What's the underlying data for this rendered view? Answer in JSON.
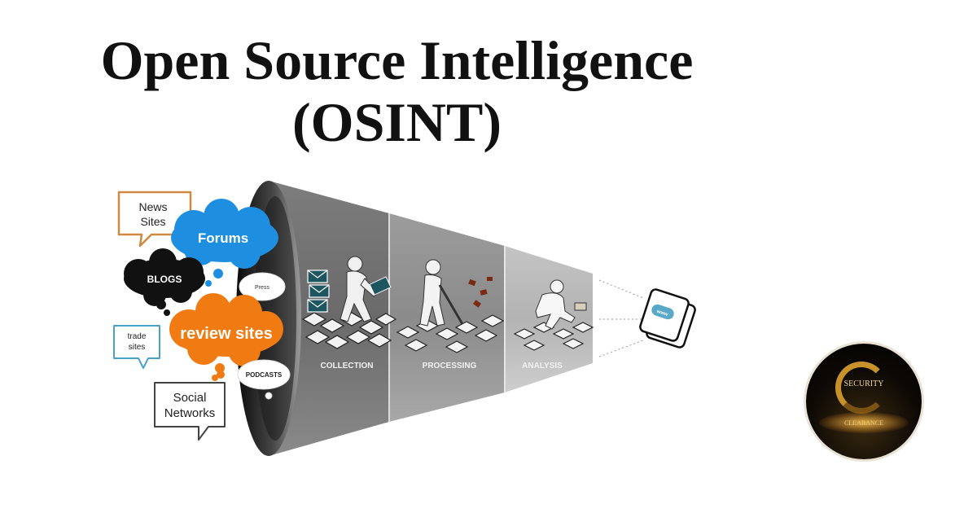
{
  "title": {
    "line1": "Open Source Intelligence",
    "line2": "(OSINT)"
  },
  "sources": {
    "news_sites": [
      "News",
      "Sites"
    ],
    "forums": "Forums",
    "blogs": "BLOGS",
    "press": "Press",
    "review_sites": "review sites",
    "trade_sites": [
      "trade",
      "sites"
    ],
    "podcasts": "PODCASTS",
    "social_networks": [
      "Social",
      "Networks"
    ]
  },
  "stages": [
    "COLLECTION",
    "PROCESSING",
    "ANALYSIS"
  ],
  "output_label": "www",
  "logo": {
    "top_text": "SECURITY",
    "bottom_text": "CLEARANCE"
  },
  "colors": {
    "forums_blue": "#1e8fe0",
    "review_orange": "#f07b12",
    "blogs_black": "#111111",
    "news_border": "#d08a40",
    "trade_border": "#4aa0c8",
    "funnel_dark": "#3a3a3a",
    "funnel_mid": "#8c8c8c",
    "funnel_light": "#bdbdbd"
  }
}
